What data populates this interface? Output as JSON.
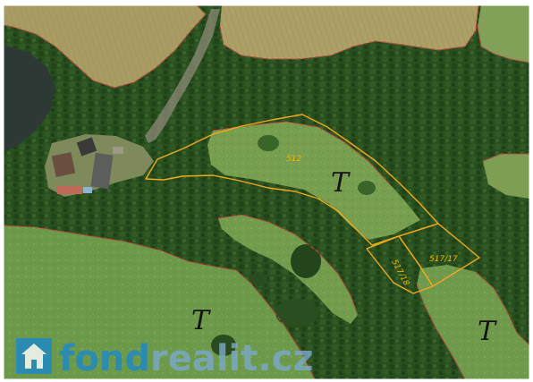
{
  "map": {
    "parcels": [
      {
        "id": "512",
        "label": "512"
      },
      {
        "id": "517-17",
        "label": "517/17"
      },
      {
        "id": "517-18",
        "label": "517/18"
      }
    ],
    "land_symbols": [
      "T",
      "T",
      "T"
    ],
    "colors": {
      "parcel_outline": "#f2a81d",
      "parcel_label": "#f4b400",
      "boundary": "#b8443a",
      "forest": "#24481c",
      "meadow": "#6e9a4c",
      "field": "#a79a62",
      "water": "#2e3a34"
    }
  },
  "watermark": {
    "icon": "house-icon",
    "brand": "fond",
    "suffix": "realit.cz",
    "colors": {
      "brand": "#1e88c8",
      "suffix": "#7aa8c8",
      "icon_bg": "#1e88c8"
    }
  }
}
